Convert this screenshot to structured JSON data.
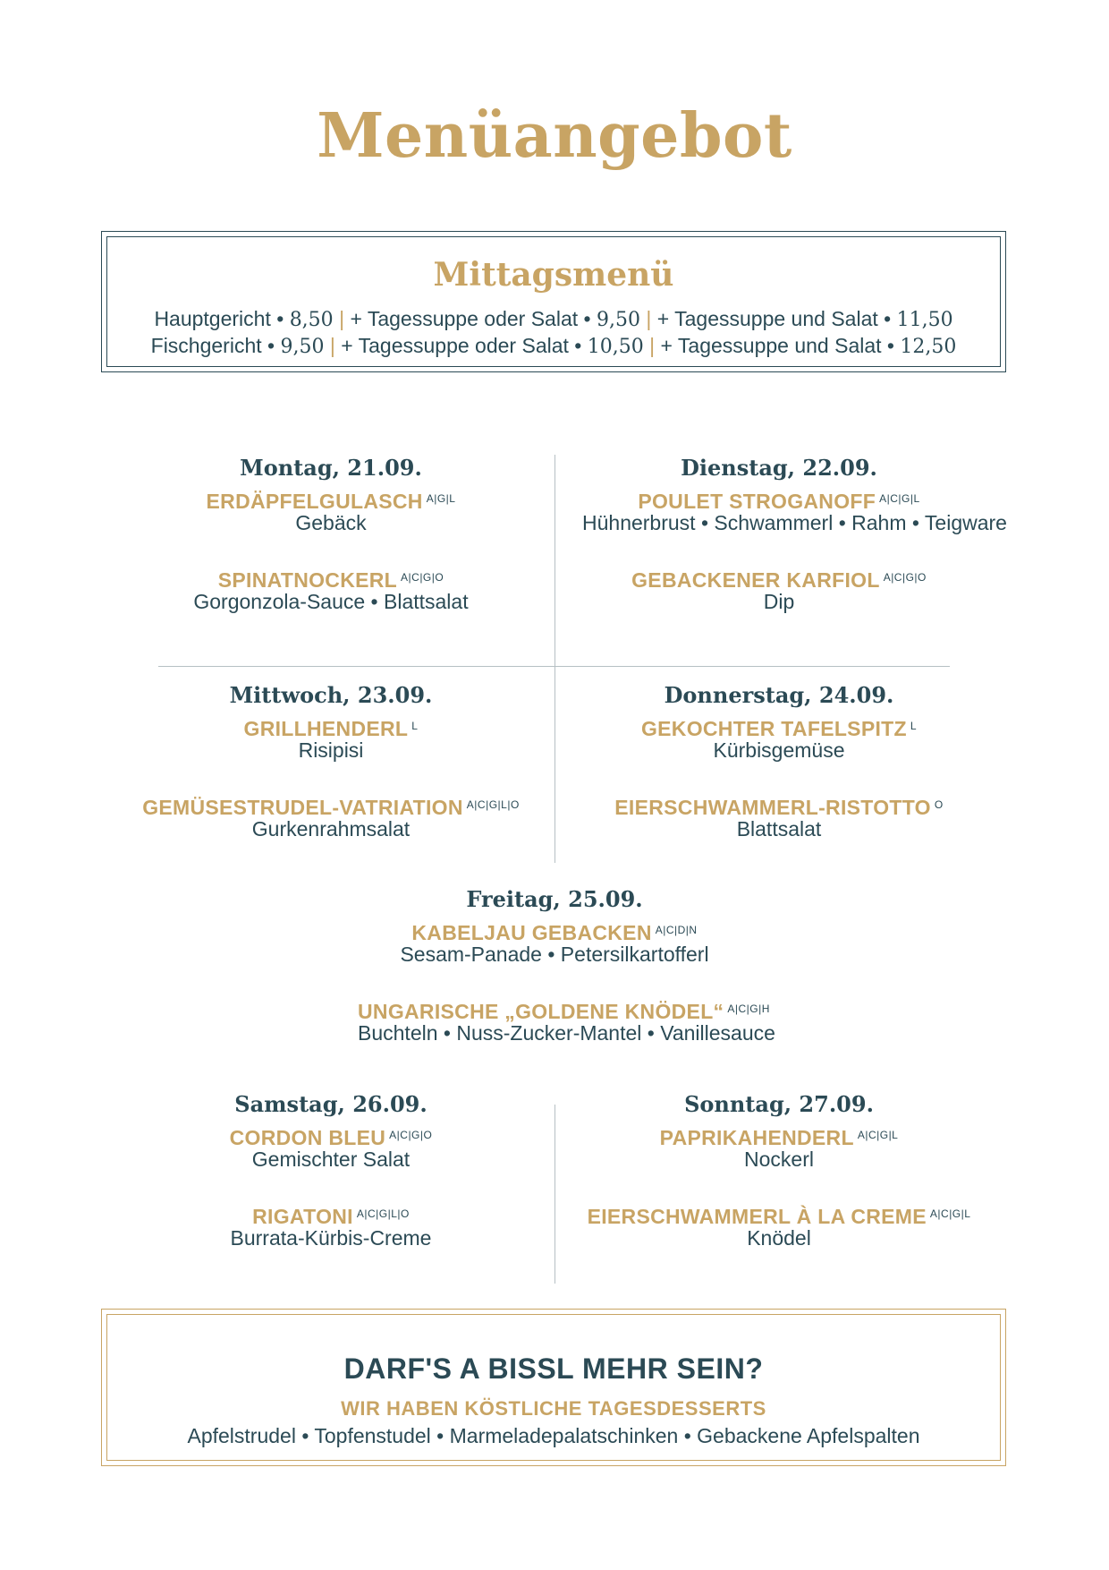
{
  "title": "Menüangebot",
  "lunch": {
    "title": "Mittagsmenü",
    "separator": "|",
    "rows": [
      {
        "main_label": "Hauptgericht •",
        "main_price": "8,50",
        "opt1_label": "+ Tagessuppe oder Salat •",
        "opt1_price": "9,50",
        "opt2_label": "+ Tagessuppe und Salat •",
        "opt2_price": "11,50"
      },
      {
        "main_label": "Fischgericht •",
        "main_price": "9,50",
        "opt1_label": "+ Tagessuppe oder Salat •",
        "opt1_price": "10,50",
        "opt2_label": "+ Tagessuppe und Salat •",
        "opt2_price": "12,50"
      }
    ]
  },
  "days": {
    "monday": {
      "title": "Montag, 21.09.",
      "dishes": [
        {
          "name": "ERDÄPFELGULASCH",
          "allergens": "A|G|L",
          "sub": "Gebäck"
        },
        {
          "name": "SPINATNOCKERL",
          "allergens": "A|C|G|O",
          "sub": "Gorgonzola-Sauce • Blattsalat"
        }
      ]
    },
    "tuesday": {
      "title": "Dienstag, 22.09.",
      "dishes": [
        {
          "name": "POULET STROGANOFF",
          "allergens": "A|C|G|L",
          "sub": "Hühnerbrust • Schwammerl • Rahm • Teigware"
        },
        {
          "name": "GEBACKENER KARFIOL",
          "allergens": "A|C|G|O",
          "sub": "Dip"
        }
      ]
    },
    "wednesday": {
      "title": "Mittwoch, 23.09.",
      "dishes": [
        {
          "name": "GRILLHENDERL",
          "allergens": "L",
          "sub": "Risipisi"
        },
        {
          "name": "GEMÜSESTRUDEL-VATRIATION",
          "allergens": "A|C|G|L|O",
          "sub": "Gurkenrahmsalat"
        }
      ]
    },
    "thursday": {
      "title": "Donnerstag, 24.09.",
      "dishes": [
        {
          "name": "GEKOCHTER TAFELSPITZ",
          "allergens": "L",
          "sub": "Kürbisgemüse"
        },
        {
          "name": "EIERSCHWAMMERL-RISTOTTO",
          "allergens": "O",
          "sub": "Blattsalat"
        }
      ]
    },
    "friday": {
      "title": "Freitag, 25.09.",
      "dishes": [
        {
          "name": "KABELJAU GEBACKEN",
          "allergens": "A|C|D|N",
          "sub": "Sesam-Panade • Petersilkartofferl"
        },
        {
          "name": "UNGARISCHE „GOLDENE KNÖDEL“",
          "allergens": "A|C|G|H",
          "sub": "Buchteln • Nuss-Zucker-Mantel • Vanillesauce"
        }
      ]
    },
    "saturday": {
      "title": "Samstag, 26.09.",
      "dishes": [
        {
          "name": "CORDON BLEU",
          "allergens": "A|C|G|O",
          "sub": "Gemischter Salat"
        },
        {
          "name": "RIGATONI",
          "allergens": "A|C|G|L|O",
          "sub": "Burrata-Kürbis-Creme"
        }
      ]
    },
    "sunday": {
      "title": "Sonntag, 27.09.",
      "dishes": [
        {
          "name": "PAPRIKAHENDERL",
          "allergens": "A|C|G|L",
          "sub": "Nockerl"
        },
        {
          "name": "EIERSCHWAMMERL À LA CREME",
          "allergens": "A|C|G|L",
          "sub": "Knödel"
        }
      ]
    }
  },
  "dessert": {
    "title": "DARF'S A BISSL MEHR SEIN?",
    "subtitle": "WIR HABEN KÖSTLICHE TAGESDESSERTS",
    "list": "Apfelstrudel • Topfenstudel • Marmeladepalatschinken • Gebackene Apfelspalten"
  },
  "colors": {
    "gold": "#c8a464",
    "navy": "#2b4a55",
    "divider": "#b6c0c4"
  }
}
